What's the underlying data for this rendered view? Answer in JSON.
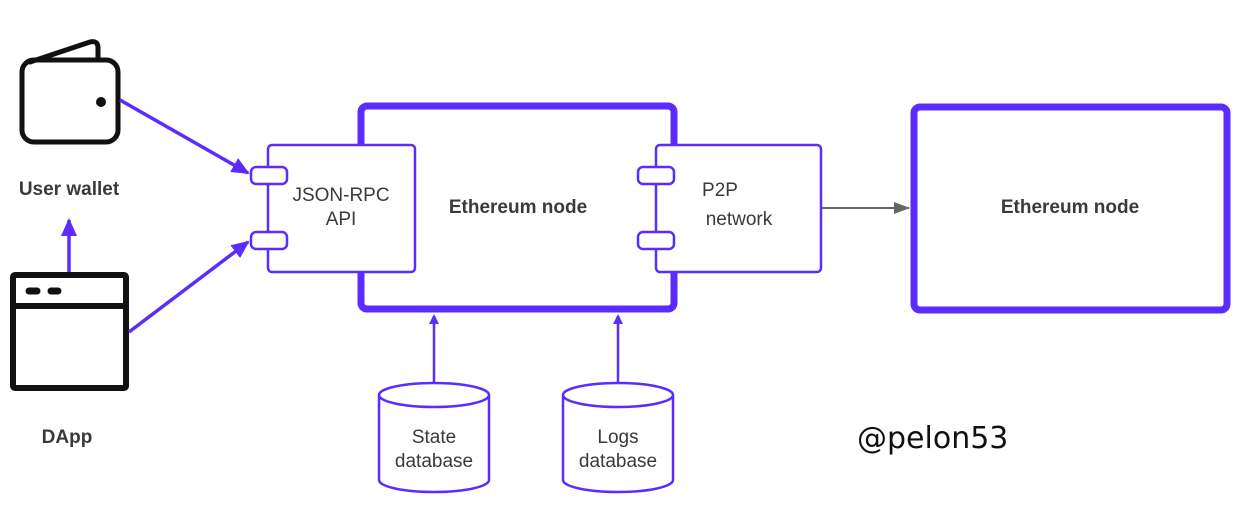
{
  "colors": {
    "accent": "#5b2bff",
    "icon_stroke": "#111111",
    "text": "#3a3a3a",
    "p2p_arrow": "#666666"
  },
  "nodes": {
    "user_wallet": {
      "label": "User wallet",
      "icon": "wallet-icon"
    },
    "dapp": {
      "label": "DApp",
      "icon": "browser-window-icon"
    },
    "ethereum_node_main": {
      "label": "Ethereum node"
    },
    "json_rpc": {
      "line1": "JSON-RPC",
      "line2": "API"
    },
    "p2p": {
      "line1": "P2P",
      "line2": "network"
    },
    "ethereum_node_peer": {
      "label": "Ethereum node"
    },
    "state_db": {
      "line1": "State",
      "line2": "database"
    },
    "logs_db": {
      "line1": "Logs",
      "line2": "database"
    }
  },
  "edges": [
    {
      "from": "user_wallet",
      "to": "json_rpc"
    },
    {
      "from": "dapp",
      "to": "json_rpc"
    },
    {
      "from": "dapp",
      "to": "user_wallet"
    },
    {
      "from": "p2p",
      "to": "ethereum_node_peer"
    },
    {
      "from": "state_db",
      "to": "ethereum_node_main"
    },
    {
      "from": "logs_db",
      "to": "ethereum_node_main"
    }
  ],
  "credit": "@pelon53"
}
